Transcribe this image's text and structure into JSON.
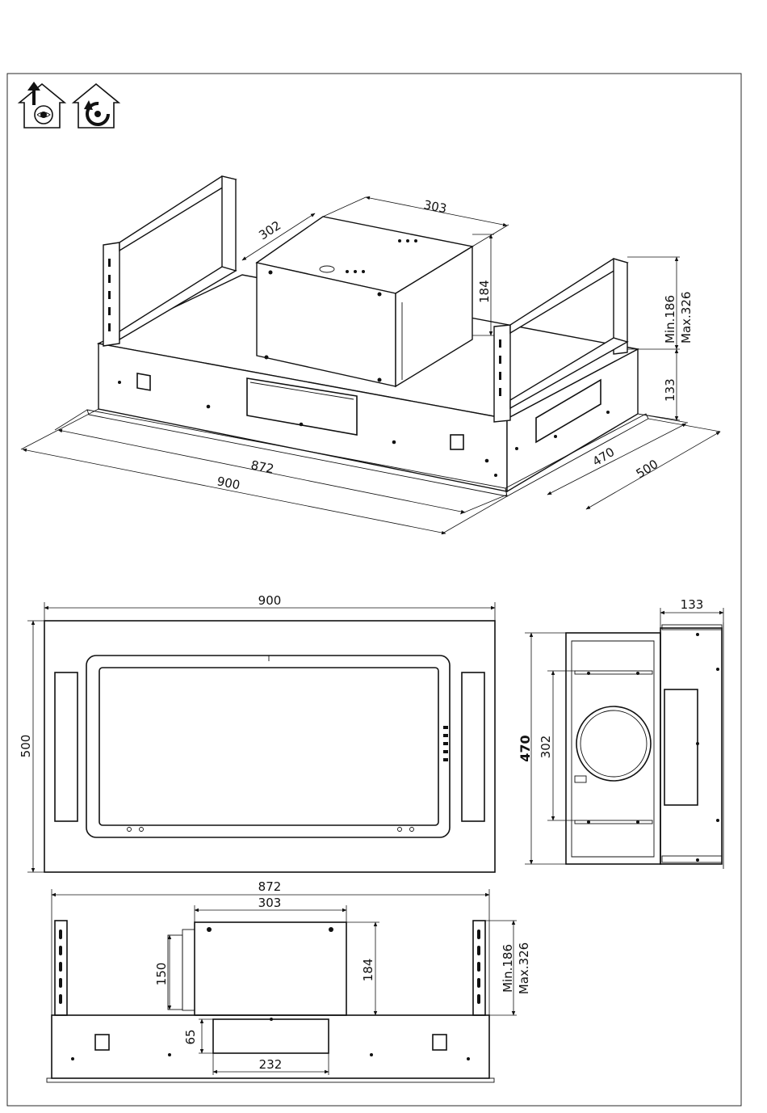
{
  "icons": {
    "ducted": "house-with-upward-arrow-and-fan",
    "recirculating": "house-with-circular-arrow-and-fan"
  },
  "isometric": {
    "motor_width": "303",
    "motor_depth": "302",
    "motor_height": "184",
    "bracket_range": "Min.186\nMax.326",
    "bracket_min": "Min.186",
    "bracket_max": "Max.326",
    "body_height": "133",
    "inner_width": "872",
    "outer_width": "900",
    "inner_depth": "470",
    "outer_depth": "500"
  },
  "front_view": {
    "width": "900",
    "height": "500"
  },
  "side_view": {
    "depth_offset": "133",
    "height": "470",
    "inner_height": "302"
  },
  "bottom_view": {
    "inner_width": "872",
    "motor_width": "303",
    "duct_height": "150",
    "motor_height": "184",
    "bracket_min": "Min.186",
    "bracket_max": "Max.326",
    "cutout_height": "65",
    "cutout_width": "232"
  }
}
